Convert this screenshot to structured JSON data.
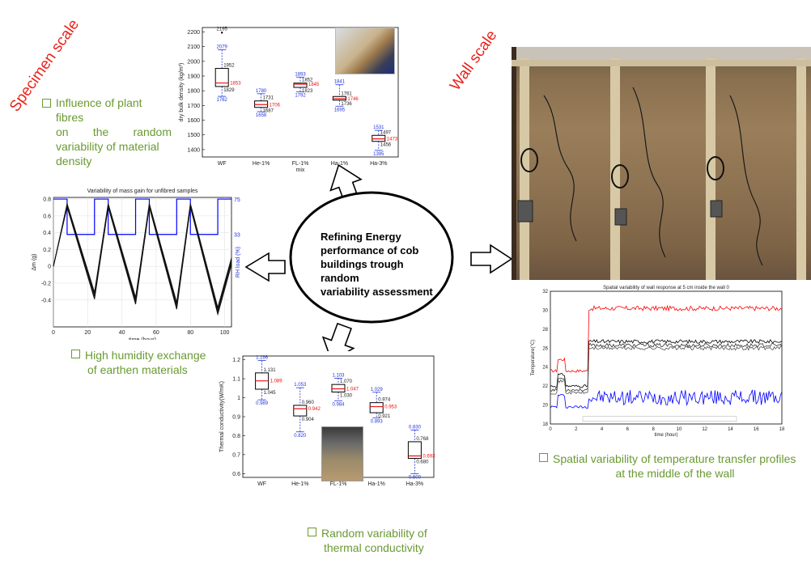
{
  "labels": {
    "specimen_scale": "Specimen scale",
    "wall_scale": "Wall scale"
  },
  "center": {
    "line1": "Refining Energy",
    "line2": "performance of cob",
    "line3": "buildings trough random",
    "line4": "variability assessment"
  },
  "captions": {
    "density_l1": "Influence of plant fibres",
    "density_l2": "on the random",
    "density_l3": "variability of material",
    "density_l4": "density",
    "humidity_l1": "High humidity exchange",
    "humidity_l2": "of earthen materials",
    "conductivity_l1": "Random variability of",
    "conductivity_l2": "thermal conductivity",
    "spatial_l1": "Spatial variability of temperature transfer profiles",
    "spatial_l2": "at the middle of the wall"
  },
  "chart_data": [
    {
      "type": "box",
      "ylabel": "dry bulk density (kg/m³)",
      "xlabel": "mix",
      "categories": [
        "WF",
        "He-1%",
        "FL-1%",
        "Ha-1%",
        "Ha-3%"
      ],
      "yticks": [
        1400,
        1500,
        1600,
        1700,
        1800,
        1900,
        2000,
        2100,
        2200
      ],
      "ylim": [
        1350,
        2230
      ],
      "boxes": [
        {
          "q1": 1829,
          "median": 1853,
          "q3": 1952,
          "min": 1762,
          "max": 2079,
          "mean": 1853,
          "outlier": 2195
        },
        {
          "q1": 1687,
          "median": 1706,
          "q3": 1731,
          "min": 1658,
          "max": 1780,
          "mean": 1706
        },
        {
          "q1": 1823,
          "median": 1845,
          "q3": 1852,
          "min": 1792,
          "max": 1893,
          "mean": 1845
        },
        {
          "q1": 1736,
          "median": 1746,
          "q3": 1761,
          "min": 1695,
          "max": 1841,
          "mean": 1746
        },
        {
          "q1": 1456,
          "median": 1473,
          "q3": 1497,
          "min": 1395,
          "max": 1531,
          "mean": 1473
        }
      ]
    },
    {
      "type": "line",
      "title": "Variability of mass gain for unfibred samples",
      "xlabel": "time (hour)",
      "ylabel": "Δm (g)",
      "y2label": "RH load (%)",
      "xticks": [
        0,
        20,
        40,
        60,
        80,
        100
      ],
      "yticks": [
        -0.4,
        -0.2,
        0,
        0.2,
        0.4,
        0.6,
        0.8
      ],
      "y2ticks": [
        33,
        75
      ],
      "xlim": [
        0,
        104
      ],
      "ylim": [
        -0.72,
        0.82
      ]
    },
    {
      "type": "box",
      "ylabel": "Thermal conductivity(W/mK)",
      "xlabel": "mix",
      "categories": [
        "WF",
        "He-1%",
        "FL-1%",
        "Ha-1%",
        "Ha-3%"
      ],
      "yticks": [
        0.6,
        0.7,
        0.8,
        0.9,
        1,
        1.1,
        1.2
      ],
      "ylim": [
        0.58,
        1.22
      ],
      "boxes": [
        {
          "q1": 1.045,
          "median": 1.089,
          "q3": 1.131,
          "min": 0.989,
          "max": 1.196,
          "mean": 1.089
        },
        {
          "q1": 0.904,
          "median": 0.942,
          "q3": 0.96,
          "min": 0.82,
          "max": 1.053,
          "mean": 0.942
        },
        {
          "q1": 1.03,
          "median": 1.047,
          "q3": 1.07,
          "min": 0.984,
          "max": 1.103,
          "mean": 1.047
        },
        {
          "q1": 0.921,
          "median": 0.953,
          "q3": 0.974,
          "min": 0.893,
          "max": 1.029,
          "mean": 0.953
        },
        {
          "q1": 0.68,
          "median": 0.693,
          "q3": 0.768,
          "min": 0.6,
          "max": 0.83,
          "mean": 0.693
        }
      ]
    },
    {
      "type": "line",
      "title": "Spatial variability of wall response at 5 cm inside the wall 0",
      "xlabel": "time (hour)",
      "ylabel": "Temperature(°C)",
      "xticks": [
        0,
        2,
        4,
        6,
        8,
        10,
        12,
        14,
        16,
        18
      ],
      "yticks": [
        18,
        20,
        22,
        24,
        26,
        28,
        30,
        32
      ],
      "xlim": [
        0,
        18
      ],
      "ylim": [
        18,
        32
      ]
    }
  ],
  "colors": {
    "caption_green": "#6a9a32",
    "label_red": "#e8241c",
    "series_black": "#000000",
    "series_blue": "#0000ff",
    "series_red": "#ff0000"
  }
}
